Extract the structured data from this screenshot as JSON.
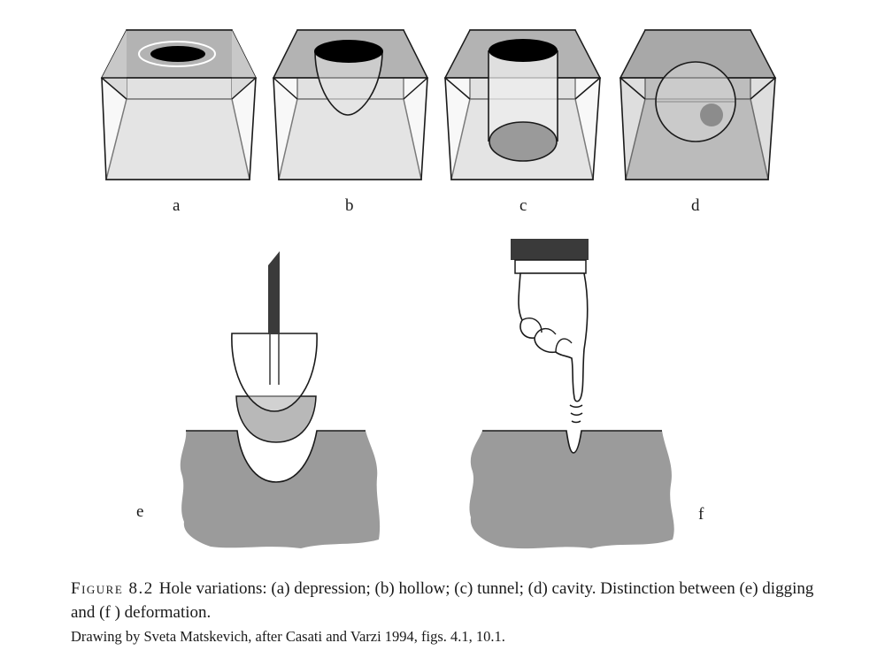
{
  "figure": {
    "panels": [
      {
        "id": "a",
        "label": "a"
      },
      {
        "id": "b",
        "label": "b"
      },
      {
        "id": "c",
        "label": "c"
      },
      {
        "id": "d",
        "label": "d"
      },
      {
        "id": "e",
        "label": "e"
      },
      {
        "id": "f",
        "label": "f"
      }
    ],
    "caption": {
      "tag": "Figure 8.2",
      "text": "Hole variations: (a) depression; (b) hollow; (c) tunnel; (d) cavity. Distinction between (e) digging and (f ) deformation."
    },
    "credit": "Drawing by Sveta Matskevich, after Casati and Varzi 1994, figs. 4.1, 10.1."
  },
  "colors": {
    "line": "#1a1a1a",
    "box_top": "#b3b3b3",
    "box_side": "#d2d2d2",
    "box_front": "#e6e6e6",
    "box_floor": "#dadada",
    "hole": "#000000",
    "hole_floor": "#9a9a9a",
    "ground": "#9b9b9b",
    "blade": "#b8b8b8",
    "handle": "#3a3a3a"
  }
}
